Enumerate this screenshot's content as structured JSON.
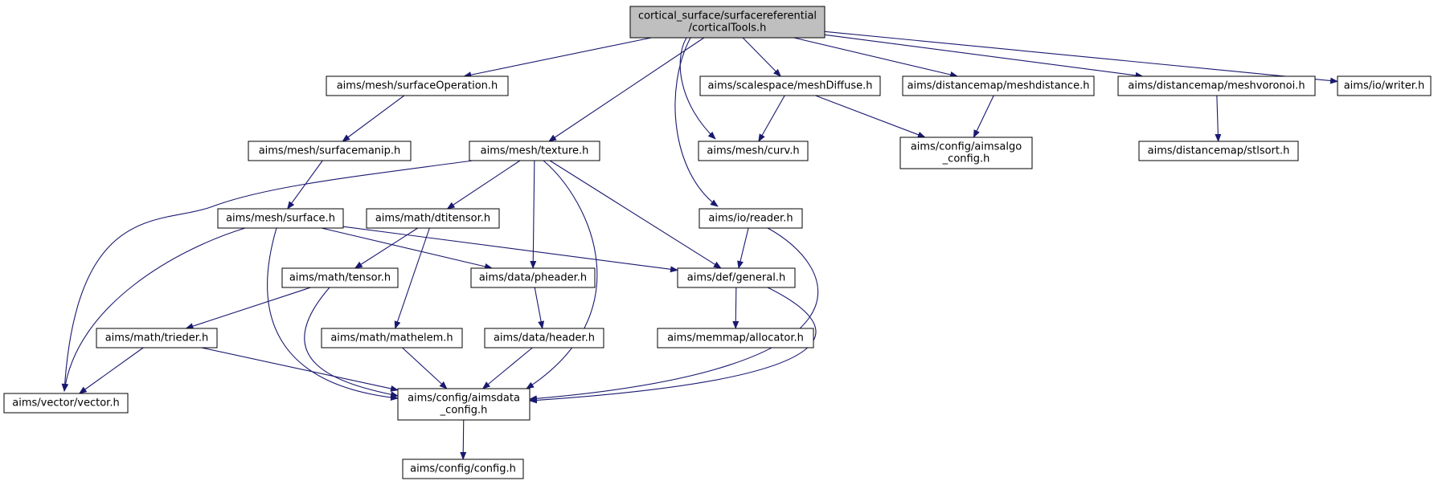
{
  "graph": {
    "edge_color": "#191970",
    "root_fill": "#bfbfbf",
    "node_fill": "#ffffff",
    "nodes": [
      {
        "id": "root",
        "lines": [
          "cortical_surface/surfacereferential",
          "/corticalTools.h"
        ],
        "root": true
      },
      {
        "id": "surfaceOperation",
        "lines": [
          "aims/mesh/surfaceOperation.h"
        ]
      },
      {
        "id": "texture",
        "lines": [
          "aims/mesh/texture.h"
        ]
      },
      {
        "id": "meshDiffuse",
        "lines": [
          "aims/scalespace/meshDiffuse.h"
        ]
      },
      {
        "id": "meshdistance",
        "lines": [
          "aims/distancemap/meshdistance.h"
        ]
      },
      {
        "id": "meshvoronoi",
        "lines": [
          "aims/distancemap/meshvoronoi.h"
        ]
      },
      {
        "id": "writer",
        "lines": [
          "aims/io/writer.h"
        ]
      },
      {
        "id": "surfacemanip",
        "lines": [
          "aims/mesh/surfacemanip.h"
        ]
      },
      {
        "id": "curv",
        "lines": [
          "aims/mesh/curv.h"
        ]
      },
      {
        "id": "aimsalgo",
        "lines": [
          "aims/config/aimsalgo",
          "_config.h"
        ]
      },
      {
        "id": "stlsort",
        "lines": [
          "aims/distancemap/stlsort.h"
        ]
      },
      {
        "id": "surface",
        "lines": [
          "aims/mesh/surface.h"
        ]
      },
      {
        "id": "dtitensor",
        "lines": [
          "aims/math/dtitensor.h"
        ]
      },
      {
        "id": "reader",
        "lines": [
          "aims/io/reader.h"
        ]
      },
      {
        "id": "tensor",
        "lines": [
          "aims/math/tensor.h"
        ]
      },
      {
        "id": "pheader",
        "lines": [
          "aims/data/pheader.h"
        ]
      },
      {
        "id": "general",
        "lines": [
          "aims/def/general.h"
        ]
      },
      {
        "id": "trieder",
        "lines": [
          "aims/math/trieder.h"
        ]
      },
      {
        "id": "mathelem",
        "lines": [
          "aims/math/mathelem.h"
        ]
      },
      {
        "id": "header",
        "lines": [
          "aims/data/header.h"
        ]
      },
      {
        "id": "allocator",
        "lines": [
          "aims/memmap/allocator.h"
        ]
      },
      {
        "id": "vector",
        "lines": [
          "aims/vector/vector.h"
        ]
      },
      {
        "id": "aimsdata",
        "lines": [
          "aims/config/aimsdata",
          "_config.h"
        ]
      },
      {
        "id": "config",
        "lines": [
          "aims/config/config.h"
        ]
      }
    ],
    "edges": [
      [
        "root",
        "surfaceOperation"
      ],
      [
        "root",
        "texture"
      ],
      [
        "root",
        "meshDiffuse"
      ],
      [
        "root",
        "meshdistance"
      ],
      [
        "root",
        "meshvoronoi"
      ],
      [
        "root",
        "writer"
      ],
      [
        "root",
        "curv"
      ],
      [
        "root",
        "reader"
      ],
      [
        "surfaceOperation",
        "surfacemanip"
      ],
      [
        "surfacemanip",
        "surface"
      ],
      [
        "texture",
        "vector"
      ],
      [
        "texture",
        "dtitensor"
      ],
      [
        "texture",
        "pheader"
      ],
      [
        "texture",
        "general"
      ],
      [
        "texture",
        "aimsdata"
      ],
      [
        "meshDiffuse",
        "curv"
      ],
      [
        "meshDiffuse",
        "aimsalgo"
      ],
      [
        "meshdistance",
        "aimsalgo"
      ],
      [
        "meshvoronoi",
        "stlsort"
      ],
      [
        "surface",
        "vector"
      ],
      [
        "surface",
        "pheader"
      ],
      [
        "surface",
        "general"
      ],
      [
        "surface",
        "aimsdata"
      ],
      [
        "dtitensor",
        "tensor"
      ],
      [
        "dtitensor",
        "mathelem"
      ],
      [
        "reader",
        "general"
      ],
      [
        "reader",
        "aimsdata"
      ],
      [
        "tensor",
        "trieder"
      ],
      [
        "tensor",
        "aimsdata"
      ],
      [
        "pheader",
        "header"
      ],
      [
        "general",
        "allocator"
      ],
      [
        "general",
        "aimsdata"
      ],
      [
        "trieder",
        "vector"
      ],
      [
        "trieder",
        "aimsdata"
      ],
      [
        "mathelem",
        "aimsdata"
      ],
      [
        "header",
        "aimsdata"
      ],
      [
        "aimsdata",
        "config"
      ]
    ]
  }
}
